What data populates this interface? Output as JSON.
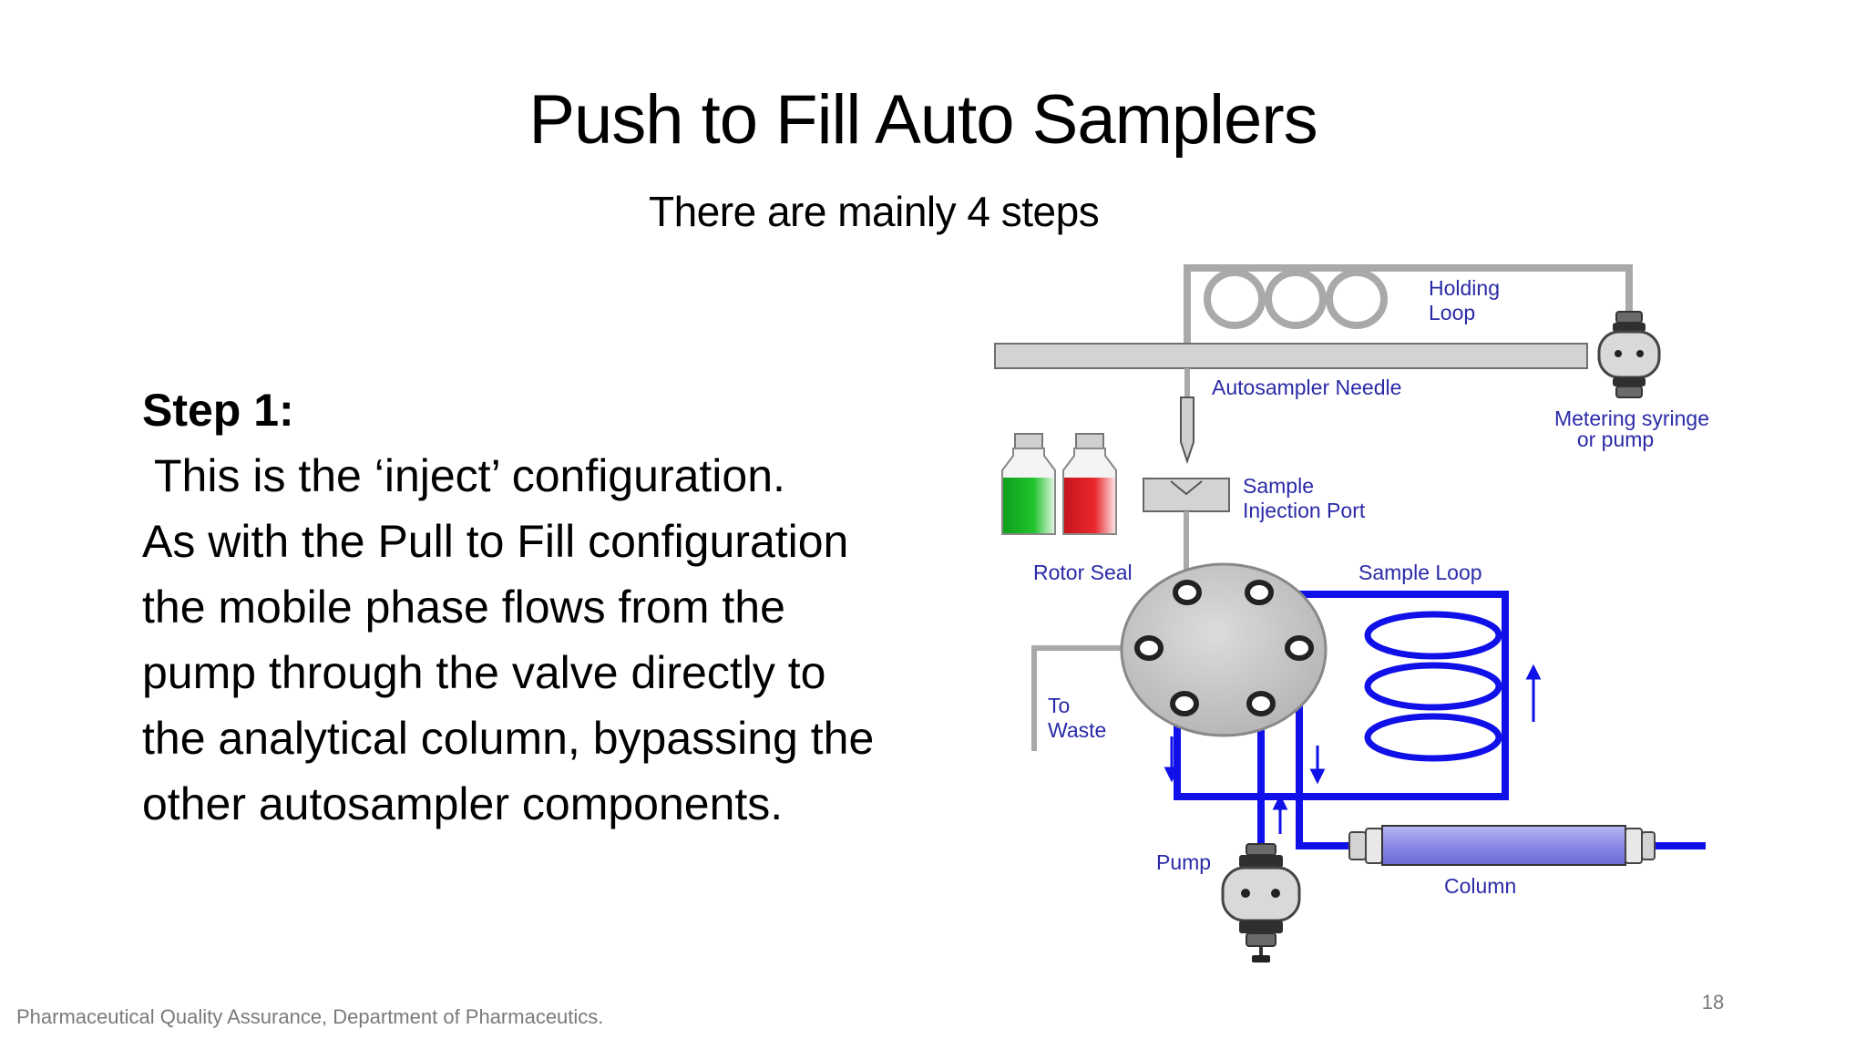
{
  "slide": {
    "title": "Push to Fill Auto Samplers",
    "subtitle": "There are mainly 4 steps",
    "step_heading": "Step 1:",
    "body_lines": [
      " This is the ‘inject’ configuration.",
      "As with the Pull to Fill configuration",
      "the mobile phase flows from the",
      "pump through the valve directly to",
      "the analytical column, bypassing the",
      "other autosampler components."
    ],
    "footer": "Pharmaceutical Quality Assurance, Department of Pharmaceutics.",
    "page_number": "18"
  },
  "diagram": {
    "labels": {
      "holding_loop_1": "Holding",
      "holding_loop_2": "Loop",
      "needle": "Autosampler Needle",
      "metering_1": "Metering syringe",
      "metering_2": "or pump",
      "injection_port_1": "Sample",
      "injection_port_2": "Injection Port",
      "rotor_seal": "Rotor Seal",
      "sample_loop": "Sample Loop",
      "to_waste_1": "To",
      "to_waste_2": "Waste",
      "pump": "Pump",
      "column": "Column"
    },
    "colors": {
      "flow_blue": "#1010e8",
      "label_blue": "#2a2aa8",
      "tubing_gray": "#a9a9a9",
      "vial_green": "#22c22e",
      "vial_red": "#e8282e",
      "column_fill": "#8a8ae6"
    }
  }
}
